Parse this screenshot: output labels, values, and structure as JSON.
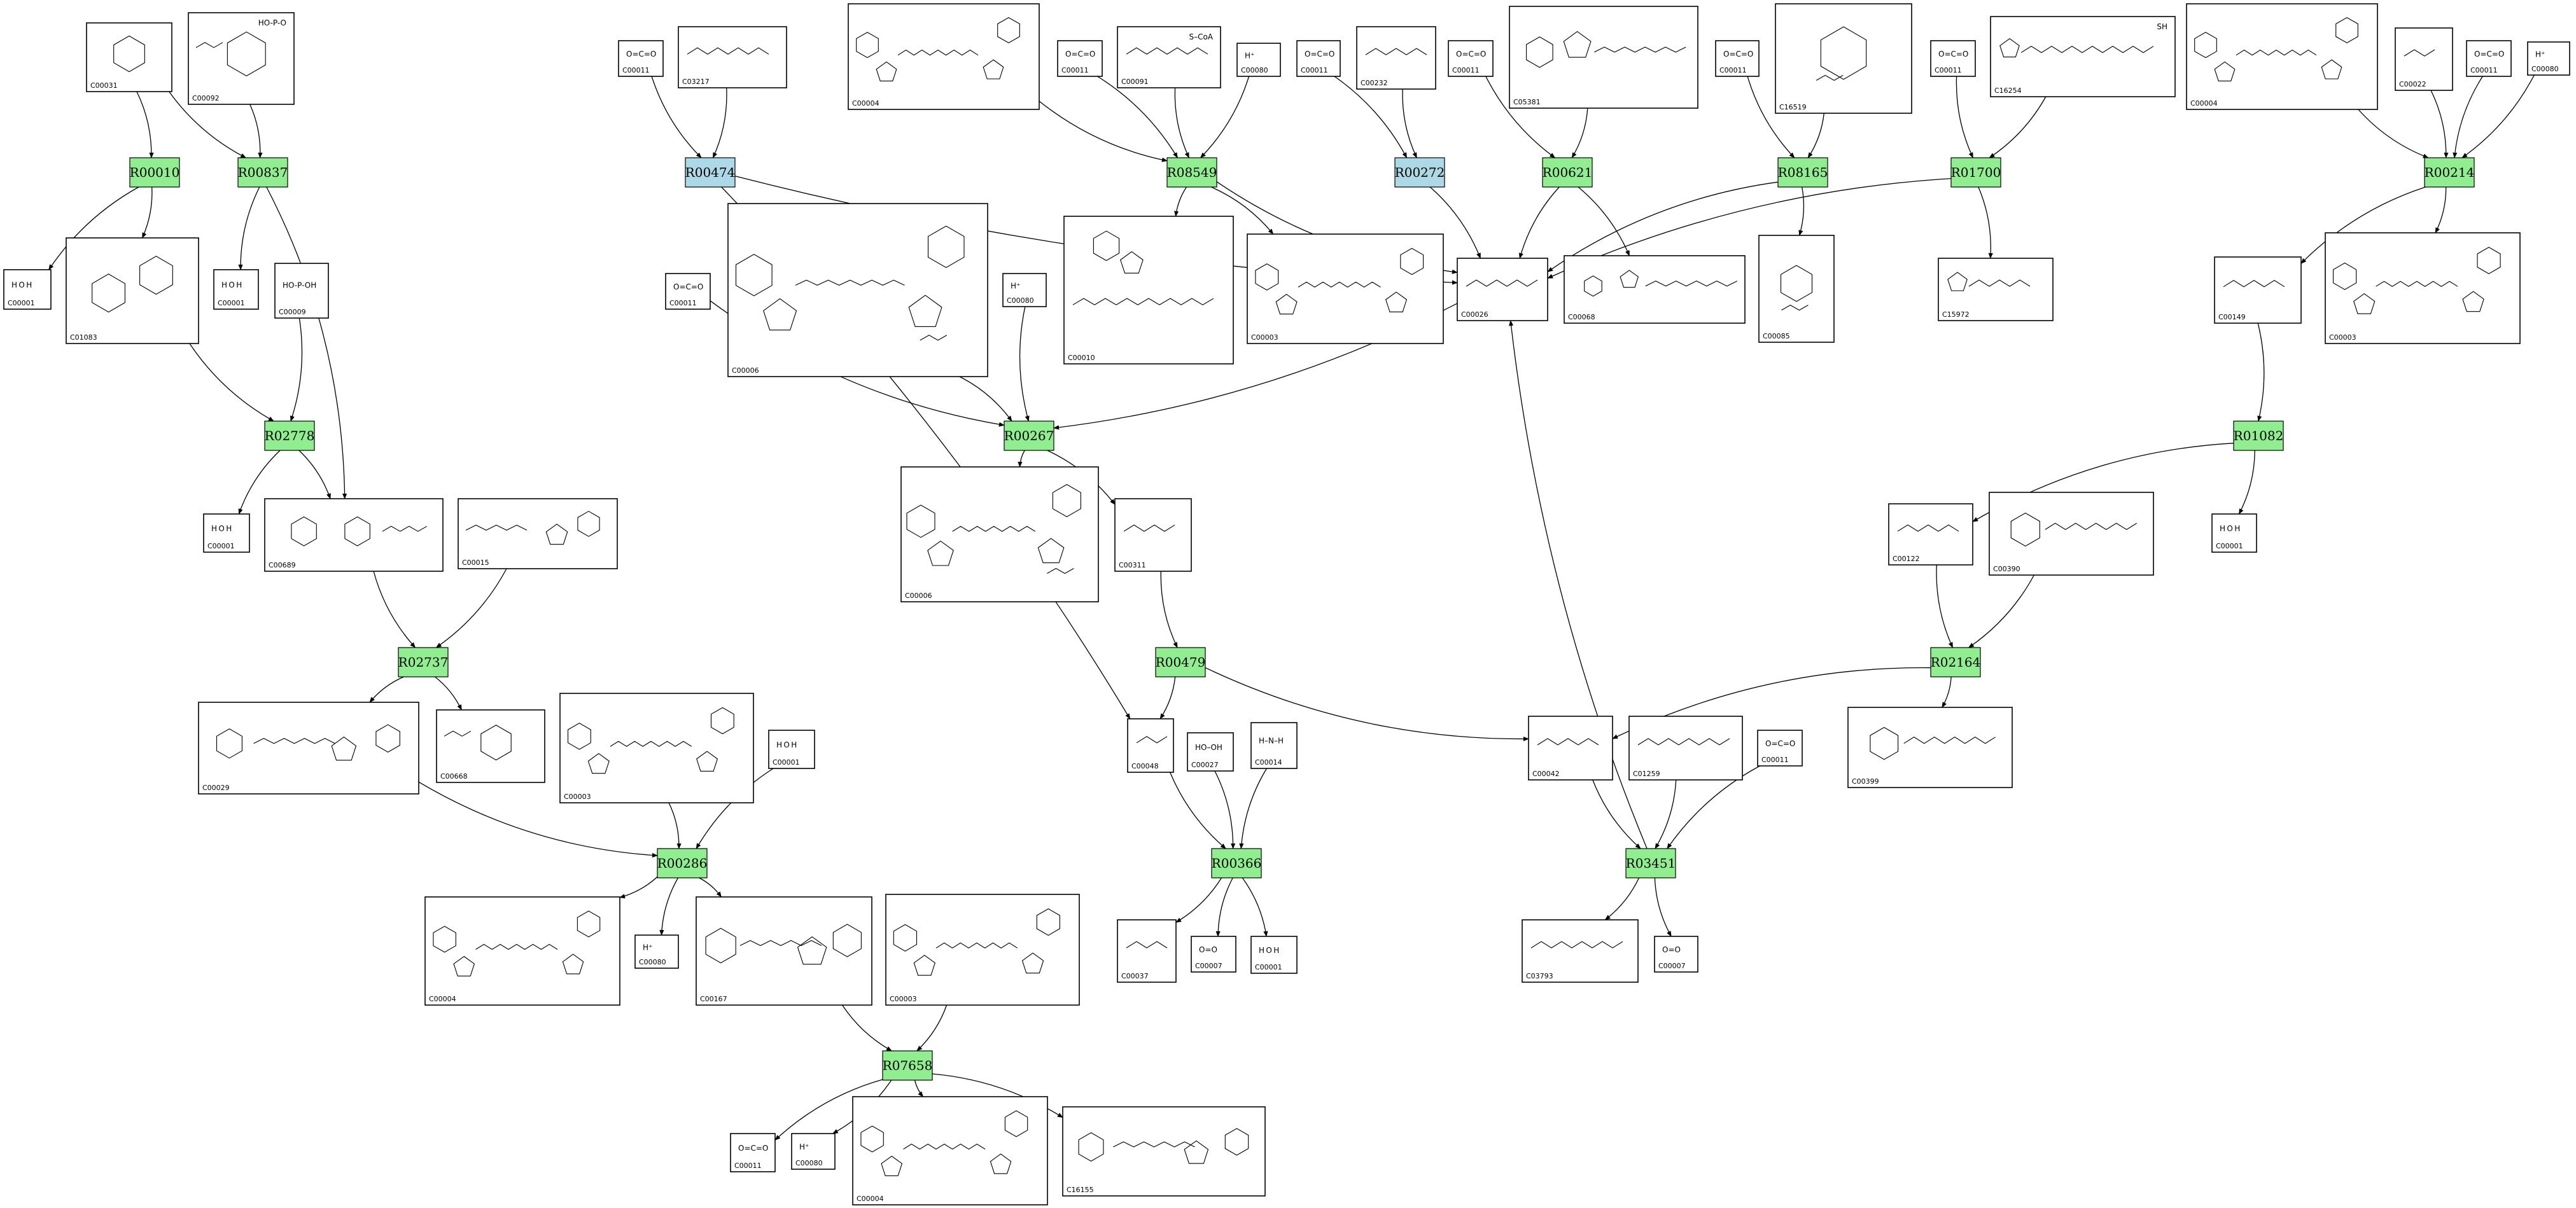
{
  "colors": {
    "reaction_default": "#90ee90",
    "reaction_highlight": "#add8e6",
    "edge": "#000000",
    "box_border": "#000000"
  },
  "reactions": [
    {
      "id": "R00010",
      "style": "default"
    },
    {
      "id": "R00837",
      "style": "default"
    },
    {
      "id": "R02778",
      "style": "default"
    },
    {
      "id": "R02737",
      "style": "default"
    },
    {
      "id": "R00474",
      "style": "highlight"
    },
    {
      "id": "R08549",
      "style": "default"
    },
    {
      "id": "R00272",
      "style": "highlight"
    },
    {
      "id": "R00621",
      "style": "default"
    },
    {
      "id": "R08165",
      "style": "default"
    },
    {
      "id": "R01700",
      "style": "default"
    },
    {
      "id": "R00214",
      "style": "default"
    },
    {
      "id": "R00267",
      "style": "default"
    },
    {
      "id": "R00479",
      "style": "default"
    },
    {
      "id": "R01082",
      "style": "default"
    },
    {
      "id": "R02164",
      "style": "default"
    },
    {
      "id": "R00286",
      "style": "default"
    },
    {
      "id": "R00366",
      "style": "default"
    },
    {
      "id": "R03451",
      "style": "default"
    },
    {
      "id": "R07658",
      "style": "default"
    }
  ],
  "compounds": [
    {
      "key": "c00031",
      "id": "C00031",
      "formula": ""
    },
    {
      "key": "c00092",
      "id": "C00092",
      "formula": "HO-P-O"
    },
    {
      "key": "c00001a",
      "id": "C00001",
      "formula": "H O H"
    },
    {
      "key": "c01083",
      "id": "C01083",
      "formula": ""
    },
    {
      "key": "c00001b",
      "id": "C00001",
      "formula": "H O H"
    },
    {
      "key": "c00009",
      "id": "C00009",
      "formula": "HO-P-OH"
    },
    {
      "key": "c00001c",
      "id": "C00001",
      "formula": "H O H"
    },
    {
      "key": "c00689",
      "id": "C00689",
      "formula": ""
    },
    {
      "key": "c00015",
      "id": "C00015",
      "formula": ""
    },
    {
      "key": "c00029",
      "id": "C00029",
      "formula": ""
    },
    {
      "key": "c00668",
      "id": "C00668",
      "formula": ""
    },
    {
      "key": "c00011a",
      "id": "C00011",
      "formula": "O=C=O"
    },
    {
      "key": "c03217",
      "id": "C03217",
      "formula": ""
    },
    {
      "key": "c00004a",
      "id": "C00004",
      "formula": ""
    },
    {
      "key": "c00011b",
      "id": "C00011",
      "formula": "O=C=O"
    },
    {
      "key": "c00091",
      "id": "C00091",
      "formula": "S–CoA"
    },
    {
      "key": "c00080a",
      "id": "C00080",
      "formula": "H⁺"
    },
    {
      "key": "c00011c",
      "id": "C00011",
      "formula": "O=C=O"
    },
    {
      "key": "c00232",
      "id": "C00232",
      "formula": ""
    },
    {
      "key": "c00011d",
      "id": "C00011",
      "formula": "O=C=O"
    },
    {
      "key": "c05381",
      "id": "C05381",
      "formula": ""
    },
    {
      "key": "c00011e",
      "id": "C00011",
      "formula": "O=C=O"
    },
    {
      "key": "c16519",
      "id": "C16519",
      "formula": ""
    },
    {
      "key": "c00011f",
      "id": "C00011",
      "formula": "O=C=O"
    },
    {
      "key": "c16254",
      "id": "C16254",
      "formula": "SH"
    },
    {
      "key": "c00004b",
      "id": "C00004",
      "formula": ""
    },
    {
      "key": "c00022",
      "id": "C00022",
      "formula": ""
    },
    {
      "key": "c00011g",
      "id": "C00011",
      "formula": "O=C=O"
    },
    {
      "key": "c00080b",
      "id": "C00080",
      "formula": "H⁺"
    },
    {
      "key": "c00011h",
      "id": "C00011",
      "formula": "O=C=O"
    },
    {
      "key": "c00006a",
      "id": "C00006",
      "formula": ""
    },
    {
      "key": "c00080c",
      "id": "C00080",
      "formula": "H⁺"
    },
    {
      "key": "c00010",
      "id": "C00010",
      "formula": ""
    },
    {
      "key": "c00003a",
      "id": "C00003",
      "formula": ""
    },
    {
      "key": "c00026",
      "id": "C00026",
      "formula": ""
    },
    {
      "key": "c00068",
      "id": "C00068",
      "formula": ""
    },
    {
      "key": "c00085",
      "id": "C00085",
      "formula": ""
    },
    {
      "key": "c15972",
      "id": "C15972",
      "formula": ""
    },
    {
      "key": "c00149",
      "id": "C00149",
      "formula": ""
    },
    {
      "key": "c00003b",
      "id": "C00003",
      "formula": ""
    },
    {
      "key": "c00006b",
      "id": "C00006",
      "formula": ""
    },
    {
      "key": "c00311",
      "id": "C00311",
      "formula": ""
    },
    {
      "key": "c00122",
      "id": "C00122",
      "formula": ""
    },
    {
      "key": "c00390",
      "id": "C00390",
      "formula": ""
    },
    {
      "key": "c00001d",
      "id": "C00001",
      "formula": "H O H"
    },
    {
      "key": "c00003c",
      "id": "C00003",
      "formula": ""
    },
    {
      "key": "c00001e",
      "id": "C00001",
      "formula": "H O H"
    },
    {
      "key": "c00048",
      "id": "C00048",
      "formula": ""
    },
    {
      "key": "c00027",
      "id": "C00027",
      "formula": "HO–OH"
    },
    {
      "key": "c00014",
      "id": "C00014",
      "formula": "H–N–H"
    },
    {
      "key": "c00042",
      "id": "C00042",
      "formula": ""
    },
    {
      "key": "c01259",
      "id": "C01259",
      "formula": ""
    },
    {
      "key": "c00011i",
      "id": "C00011",
      "formula": "O=C=O"
    },
    {
      "key": "c00399",
      "id": "C00399",
      "formula": ""
    },
    {
      "key": "c00004c",
      "id": "C00004",
      "formula": ""
    },
    {
      "key": "c00080d",
      "id": "C00080",
      "formula": "H⁺"
    },
    {
      "key": "c00167",
      "id": "C00167",
      "formula": ""
    },
    {
      "key": "c00003d",
      "id": "C00003",
      "formula": ""
    },
    {
      "key": "c00037",
      "id": "C00037",
      "formula": ""
    },
    {
      "key": "c00007a",
      "id": "C00007",
      "formula": "O=O"
    },
    {
      "key": "c00001f",
      "id": "C00001",
      "formula": "H O H"
    },
    {
      "key": "c03793",
      "id": "C03793",
      "formula": ""
    },
    {
      "key": "c00007b",
      "id": "C00007",
      "formula": "O=O"
    },
    {
      "key": "c00011j",
      "id": "C00011",
      "formula": "O=C=O"
    },
    {
      "key": "c00080e",
      "id": "C00080",
      "formula": "H⁺"
    },
    {
      "key": "c00004d",
      "id": "C00004",
      "formula": ""
    },
    {
      "key": "c16155",
      "id": "C16155",
      "formula": ""
    }
  ]
}
